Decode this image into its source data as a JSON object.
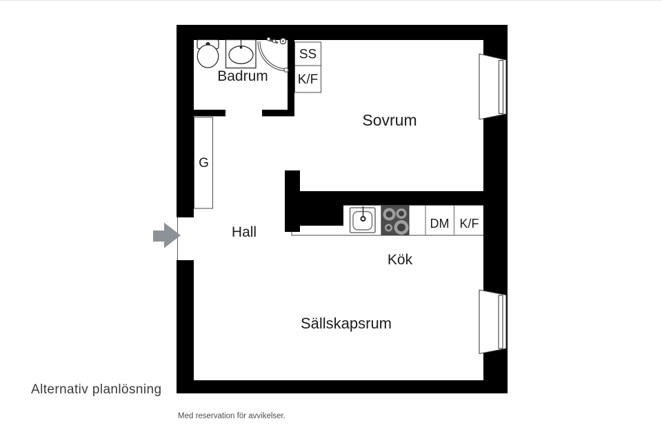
{
  "floorplan": {
    "rooms": {
      "badrum": "Badrum",
      "sovrum": "Sovrum",
      "hall": "Hall",
      "kok": "Kök",
      "sallskapsrum": "Sällskapsrum"
    },
    "units": {
      "ss": "SS",
      "kf_bedroom": "K/F",
      "g_wardrobe": "G",
      "dm_dishwasher": "DM",
      "kf_kitchen": "K/F"
    },
    "captions": {
      "title": "Alternativ planlösning",
      "disclaimer": "Med reservation för avvikelser."
    },
    "colors": {
      "wall": "#000000",
      "arrow": "#8d9297",
      "stove_body": "#4d4d4d",
      "burner_ring": "#9f9f9f",
      "burner_center": "#3f3f3f"
    }
  }
}
